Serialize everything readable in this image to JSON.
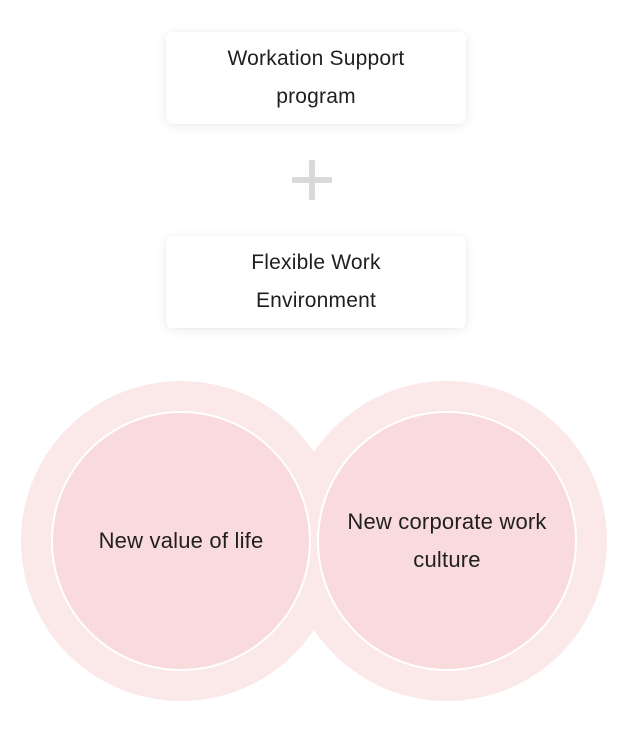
{
  "inputs": [
    {
      "label": "Workation Support program"
    },
    {
      "label": "Flexible Work Environment"
    }
  ],
  "operator_icon": "plus-icon",
  "outcomes": [
    {
      "label": "New value of life"
    },
    {
      "label": "New corporate work culture"
    }
  ],
  "colors": {
    "card_background": "#ffffff",
    "plus": "#d9d9d9",
    "circle_outer": "#fbe8e9",
    "circle_inner": "#f9dadd",
    "text": "#1f1f1f"
  }
}
